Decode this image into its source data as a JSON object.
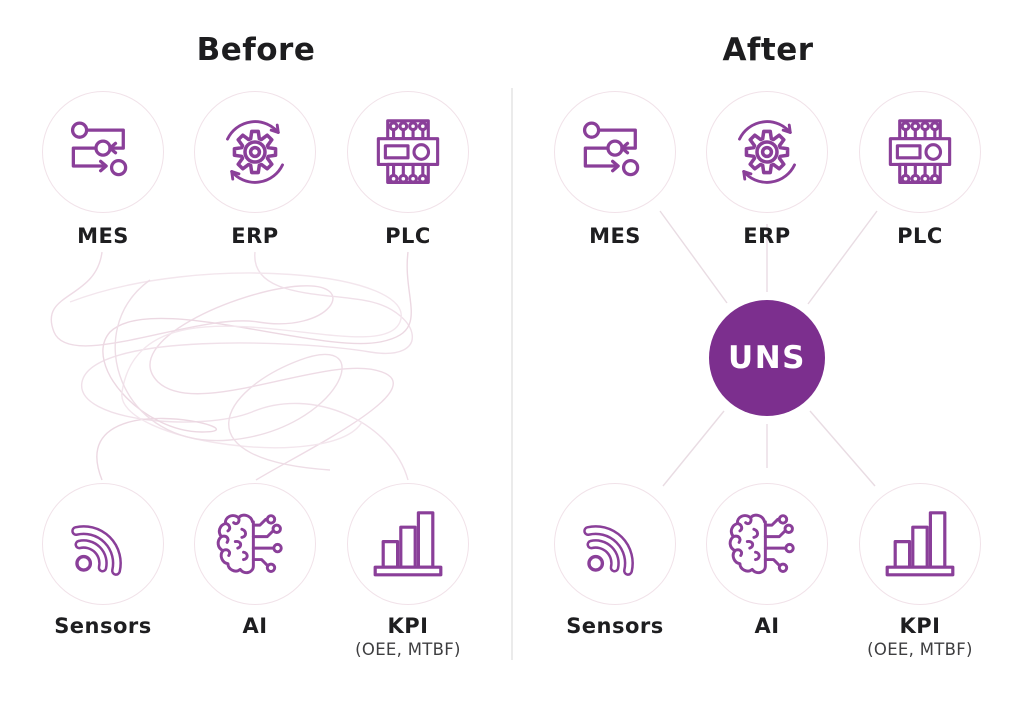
{
  "before": {
    "title": "Before",
    "top": [
      {
        "label": "MES",
        "icon": "workflow-icon"
      },
      {
        "label": "ERP",
        "icon": "gear-sync-icon"
      },
      {
        "label": "PLC",
        "icon": "plc-controller-icon"
      }
    ],
    "bottom": [
      {
        "label": "Sensors",
        "icon": "wireless-signal-icon"
      },
      {
        "label": "AI",
        "icon": "ai-brain-circuit-icon"
      },
      {
        "label": "KPI",
        "sublabel": "(OEE, MTBF)",
        "icon": "bar-chart-icon"
      }
    ]
  },
  "after": {
    "title": "After",
    "hub_label": "UNS",
    "top": [
      {
        "label": "MES",
        "icon": "workflow-icon"
      },
      {
        "label": "ERP",
        "icon": "gear-sync-icon"
      },
      {
        "label": "PLC",
        "icon": "plc-controller-icon"
      }
    ],
    "bottom": [
      {
        "label": "Sensors",
        "icon": "wireless-signal-icon"
      },
      {
        "label": "AI",
        "icon": "ai-brain-circuit-icon"
      },
      {
        "label": "KPI",
        "sublabel": "(OEE, MTBF)",
        "icon": "bar-chart-icon"
      }
    ]
  },
  "colors": {
    "icon_purple": "#8a3f99",
    "hub_purple": "#7c2f8e",
    "node_ring": "#f1e2e9",
    "tangle_line": "#eedbe5",
    "connector_line": "#e9dce3",
    "title_text": "#1d1d1f",
    "sublabel_text": "#3e3e40"
  }
}
